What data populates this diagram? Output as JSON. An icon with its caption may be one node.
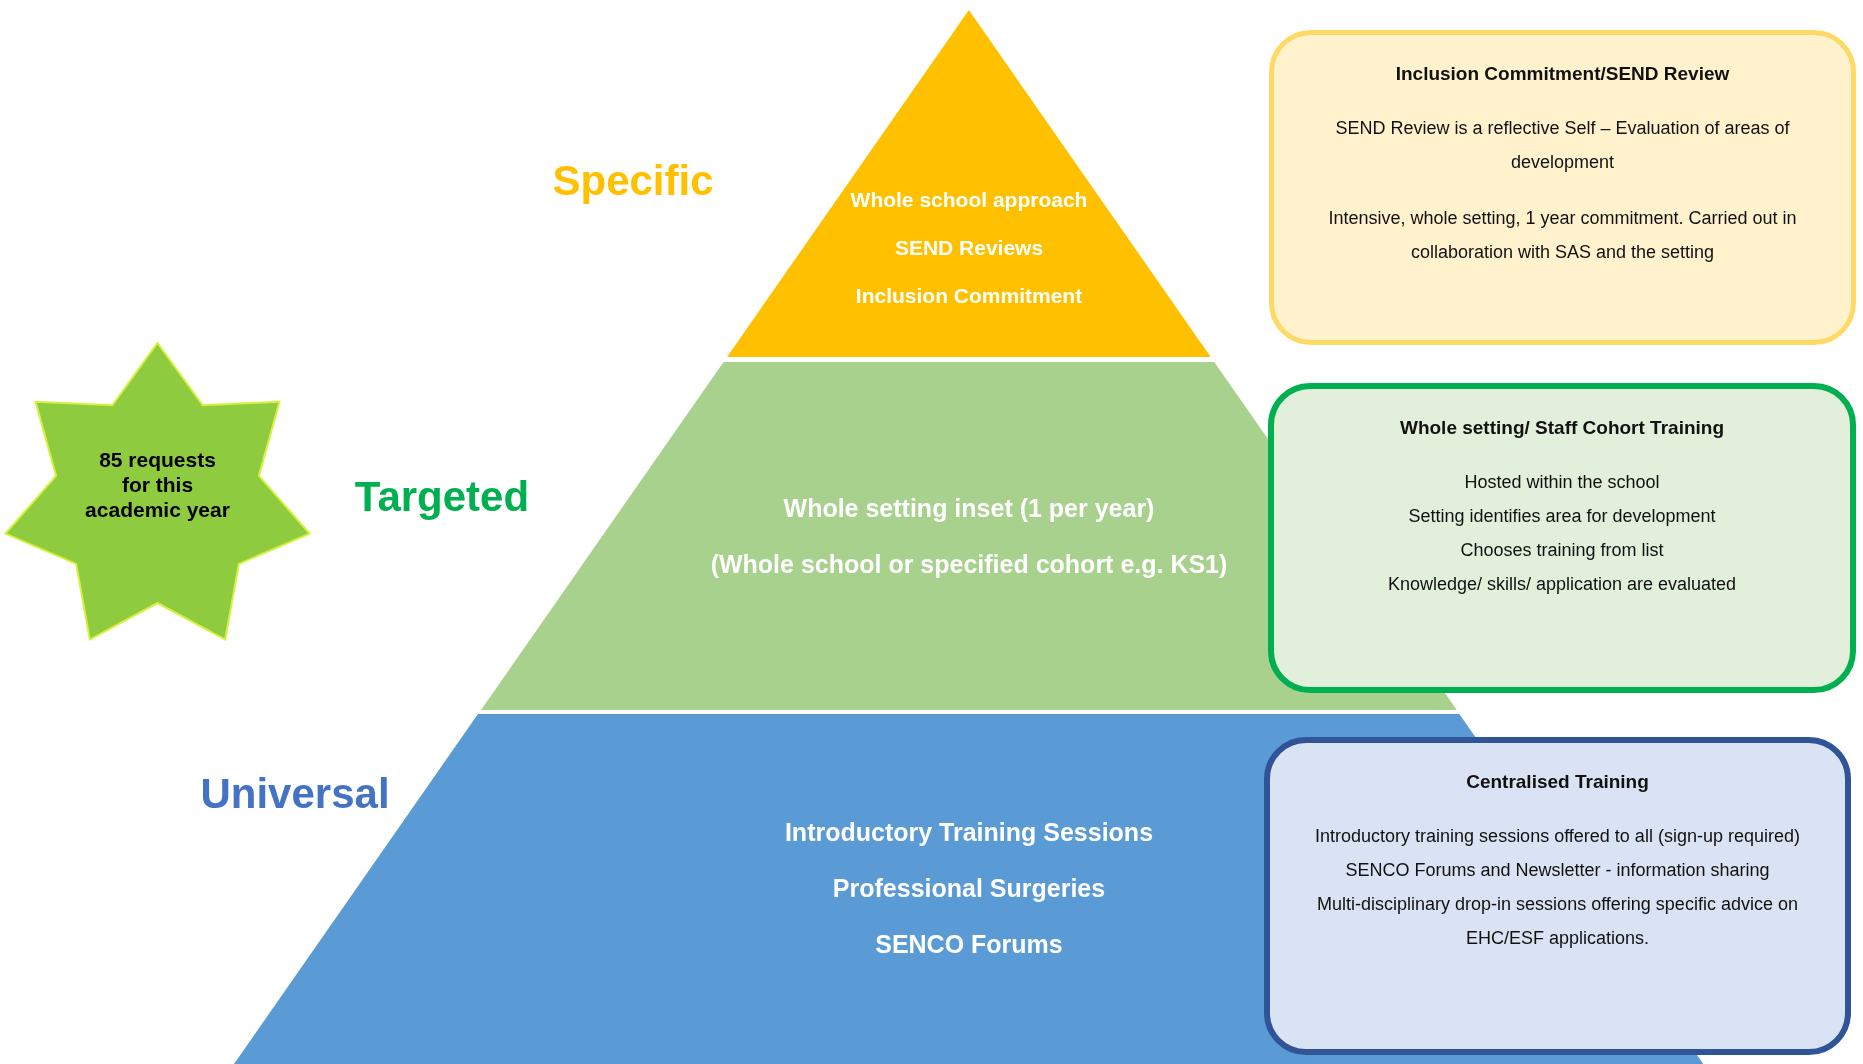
{
  "diagram": {
    "nodes": [
      {
        "text": [
          "Whole school approach",
          "SEND Reviews",
          "Inclusion Commitment"
        ]
      },
      {
        "text": [
          "Inclusion Commitment/SEND Review",
          "SEND Review is a reflective Self – Evaluation of areas of development",
          "Intensive, whole setting, 1 year commitment. Carried out in collaboration with SAS and the setting"
        ]
      },
      {
        "text": [
          "85 requests for this academic year"
        ]
      },
      {
        "text": [
          "Whole setting inset (1 per year)",
          "(Whole school or specified cohort e.g. KS1)"
        ]
      },
      {
        "text": [
          "Whole setting/ Staff Cohort Training",
          "Hosted within the school",
          "Setting identifies area for development",
          "Chooses training from list",
          "Knowledge/ skills/ application are evaluated"
        ]
      },
      {
        "text": [
          "Introductory Training Sessions",
          "Professional Surgeries",
          "SENCO Forums"
        ]
      },
      {
        "text": [
          "Centralised Training",
          "Introductory training sessions offered to all (sign-up required)",
          "SENCO Forums and Newsletter - information sharing",
          "Multi-disciplinary drop-in sessions offering specific advice on EHC/ESF applications."
        ]
      }
    ],
    "labels": [
      "Specific",
      "Targeted",
      "Universal"
    ]
  }
}
